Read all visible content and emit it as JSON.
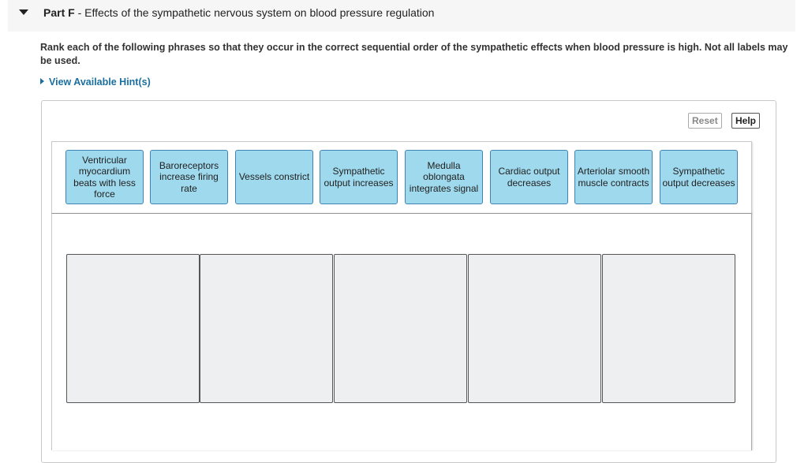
{
  "part": {
    "label": "Part F",
    "separator": " - ",
    "title": "Effects of the sympathetic nervous system on blood pressure regulation"
  },
  "instructions": "Rank each of the following phrases so that they occur in the correct sequential order of the sympathetic effects when blood pressure is high. Not all labels may be used.",
  "hint_link": "View Available Hint(s)",
  "buttons": {
    "reset": "Reset",
    "help": "Help"
  },
  "labels": [
    "Ventricular myocardium beats with less force",
    "Baroreceptors increase firing rate",
    "Vessels constrict",
    "Sympathetic output increases",
    "Medulla oblongata integrates signal",
    "Cardiac output decreases",
    "Arteriolar smooth muscle contracts",
    "Sympathetic output decreases"
  ],
  "colors": {
    "card_fill": "#9fd9ed",
    "card_border": "#3d84b5",
    "slot_fill": "#eeeff0",
    "link": "#1a6fa0"
  }
}
